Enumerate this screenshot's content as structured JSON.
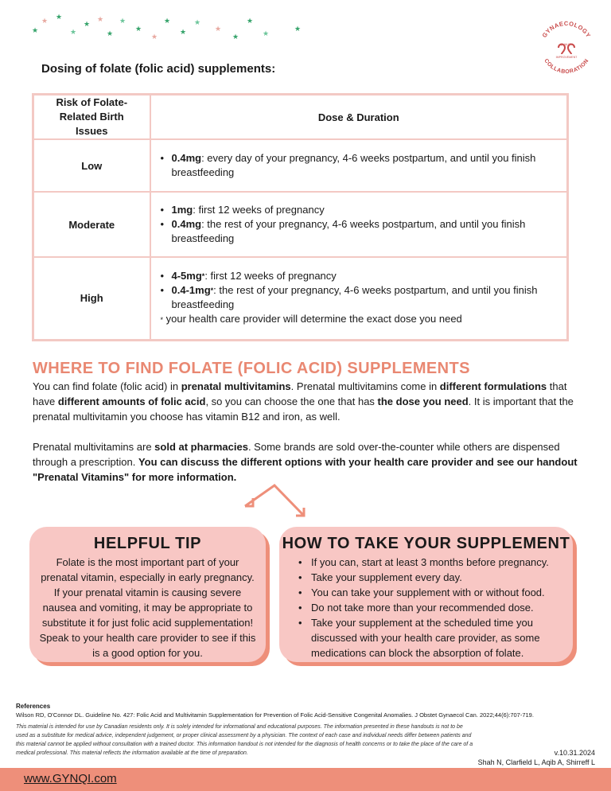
{
  "decor": {
    "stars": [
      {
        "c": "#35a36a"
      },
      {
        "c": "#e8a9a0"
      },
      {
        "c": "#35a36a"
      },
      {
        "c": "#6cc59a"
      },
      {
        "c": "#35a36a"
      },
      {
        "c": "#e8a9a0"
      },
      {
        "c": "#35a36a"
      },
      {
        "c": "#6cc59a"
      },
      {
        "c": "#35a36a"
      },
      {
        "c": "#e8a9a0"
      },
      {
        "c": "#35a36a"
      },
      {
        "c": "#35a36a"
      },
      {
        "c": "#6cc59a"
      },
      {
        "c": "#e8a9a0"
      },
      {
        "c": "#35a36a"
      },
      {
        "c": "#35a36a"
      },
      {
        "c": "#6cc59a"
      },
      {
        "c": "#35a36a"
      }
    ]
  },
  "logo": {
    "top_text": "GYNAECOLOGY",
    "quality": "QUALITY",
    "improvement": "IMPROVEMENT",
    "bottom_text": "COLLABORATION",
    "color": "#c94a4a"
  },
  "title": "Dosing of folate (folic acid) supplements:",
  "table": {
    "header_risk": "Risk of Folate-Related Birth Issues",
    "header_dose": "Dose & Duration",
    "rows": [
      {
        "risk": "Low",
        "items": [
          {
            "bold": "0.4mg",
            "text": ": every day of your pregnancy, 4-6 weeks postpartum, and until you finish breastfeeding"
          }
        ]
      },
      {
        "risk": "Moderate",
        "items": [
          {
            "bold": "1mg",
            "text": ": first 12 weeks of pregnancy"
          },
          {
            "bold": "0.4mg",
            "text": ": the rest of your pregnancy, 4-6 weeks postpartum, and until you finish breastfeeding"
          }
        ]
      },
      {
        "risk": "High",
        "items": [
          {
            "bold": "4-5mg",
            "star": "*",
            "text": ": first 12 weeks of pregnancy"
          },
          {
            "bold": "0.4-1mg",
            "star": "*",
            "text": ": the rest of your pregnancy, 4-6 weeks postpartum, and until you finish breastfeeding"
          }
        ],
        "note_star": "*",
        "note": " your health care provider will determine the exact dose you need"
      }
    ]
  },
  "section": {
    "heading": "Where to find folate (folic acid) supplements",
    "para1": [
      {
        "t": "You can find folate (folic acid) in "
      },
      {
        "b": "prenatal multivitamins"
      },
      {
        "t": ". Prenatal multivitamins come in "
      },
      {
        "b": "different formulations"
      },
      {
        "t": " that have "
      },
      {
        "b": "different amounts of folic acid"
      },
      {
        "t": ", so you can choose the one that has "
      },
      {
        "b": "the dose you need"
      },
      {
        "t": ". It is important that the prenatal multivitamin you choose has vitamin B12 and iron, as well."
      }
    ],
    "para2": [
      {
        "t": "Prenatal multivitamins are "
      },
      {
        "b": "sold at pharmacies"
      },
      {
        "t": ". Some brands are sold over-the-counter while others are dispensed through a prescription. "
      },
      {
        "b": "You can discuss the different options with your health care provider and see our handout \"Prenatal Vitamins\" for more information."
      }
    ]
  },
  "arrow_color": "#ee8f7a",
  "tip": {
    "title": "Helpful Tip",
    "text": "Folate is the most important part of your prenatal vitamin, especially in early pregnancy. If your prenatal vitamin is causing severe nausea and vomiting, it may be appropriate to substitute it for just folic acid supplementation! Speak to your health care provider to see if this is a good option for you."
  },
  "howto": {
    "title": "How to take your supplement",
    "items": [
      "If you can, start at least 3 months before pregnancy.",
      "Take your supplement every day.",
      "You can take your supplement with or without food.",
      "Do not take more than your recommended dose.",
      "Take your supplement at the scheduled time you discussed with your health care provider, as some medications can block the absorption of folate."
    ]
  },
  "references": {
    "title": "References",
    "text": "Wilson RD, O'Connor DL. Guideline No. 427: Folic Acid and Multivitamin Supplementation for Prevention of Folic Acid-Sensitive Congenital Anomalies. J Obstet Gynaecol Can. 2022;44(6):707-719."
  },
  "disclaimer": "This material is intended for use by Canadian residents only. It is solely intended for informational and educational purposes. The information presented in these handouts is not to be used as a substitute for medical advice, independent judgement, or proper clinical assessment by a physician. The context of each case and individual needs differ between patients and this material cannot be applied without consultation with a trained doctor. This information handout is not intended for the diagnosis of health concerns or to take the place of the care of a medical professional. This material reflects the information available at the time of preparation.",
  "version": "v.10.31.2024",
  "authors": "Shah N, Clarfield L, Aqib A, Shirreff L",
  "footer_link": "www.GYNQI.com",
  "colors": {
    "accent": "#e98872",
    "card_bg": "#f8c7c4",
    "card_shadow": "#ee8f7a",
    "table_border": "#f3c9c4",
    "footer_bg": "#ee8f7a"
  }
}
